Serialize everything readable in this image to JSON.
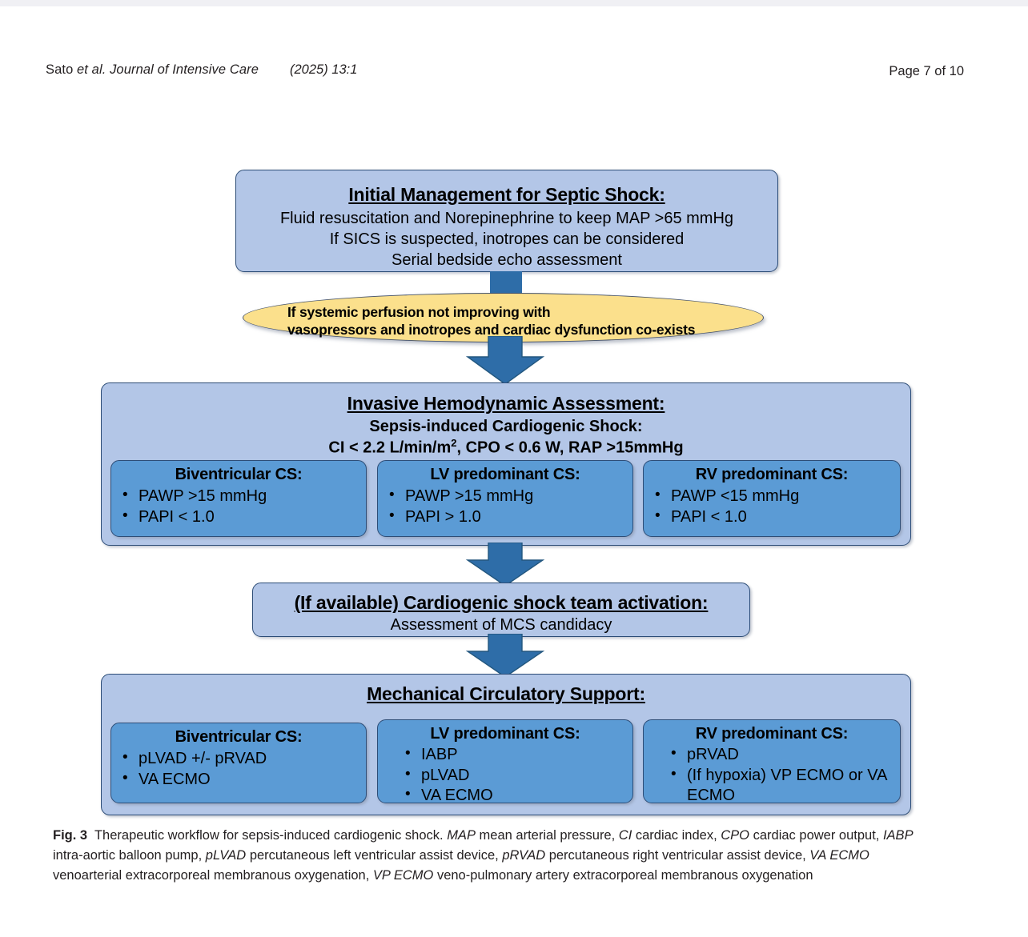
{
  "runhead": {
    "authors": "Sato ",
    "journal_italic": "et al. Journal of Intensive Care",
    "volume": "(2025) 13:1",
    "page": "Page 7 of 10"
  },
  "colors": {
    "box_light": "#b3c6e7",
    "box_dark": "#5b9bd5",
    "box_border": "#2d4d77",
    "ellipse_fill": "#fbe08c",
    "ellipse_border": "#44526b",
    "arrow": "#2e6da8",
    "text": "#000000"
  },
  "figure": {
    "step1": {
      "title": "Initial Management for Septic Shock:",
      "lines": [
        "Fluid resuscitation and Norepinephrine to keep MAP >65 mmHg",
        "If SICS is suspected, inotropes can be considered",
        "Serial bedside echo assessment"
      ]
    },
    "condition": {
      "line1": "If systemic perfusion not improving with",
      "line2": "vasopressors and inotropes and cardiac dysfunction co-exists"
    },
    "step2": {
      "title": "Invasive Hemodynamic Assessment:",
      "line2": "Sepsis-induced Cardiogenic Shock:",
      "line3_a": "CI < 2.2 L/min/m",
      "line3_sup": "2",
      "line3_b": ", CPO < 0.6 W, RAP >15mmHg",
      "subboxes": [
        {
          "title": "Biventricular CS:",
          "items": [
            "PAWP >15 mmHg",
            "PAPI < 1.0"
          ]
        },
        {
          "title": "LV predominant CS:",
          "items": [
            "PAWP >15 mmHg",
            "PAPI > 1.0"
          ]
        },
        {
          "title": "RV predominant CS:",
          "items": [
            "PAWP <15 mmHg",
            "PAPI < 1.0"
          ]
        }
      ]
    },
    "step3": {
      "title": "(If available) Cardiogenic shock team activation:",
      "line2": "Assessment of MCS candidacy"
    },
    "step4": {
      "title": "Mechanical Circulatory Support:",
      "subboxes": [
        {
          "title": "Biventricular CS:",
          "items": [
            "pLVAD +/- pRVAD",
            "VA ECMO"
          ]
        },
        {
          "title": "LV predominant CS:",
          "items": [
            "IABP",
            "pLVAD",
            "VA ECMO"
          ]
        },
        {
          "title": "RV predominant CS:",
          "items": [
            "pRVAD",
            "(If hypoxia) VP ECMO or VA ECMO"
          ]
        }
      ]
    }
  },
  "caption": {
    "label": "Fig. 3",
    "text_1": "Therapeutic workflow for sepsis-induced cardiogenic shock. ",
    "ab_map": "MAP",
    "def_map": " mean arterial pressure, ",
    "ab_ci": "CI",
    "def_ci": " cardiac index, ",
    "ab_cpo": "CPO",
    "def_cpo": " cardiac power output, ",
    "ab_iabp": "IABP",
    "def_iabp": " intra-aortic balloon pump, ",
    "ab_plvad": "pLVAD",
    "def_plvad": " percutaneous left ventricular assist device, ",
    "ab_prvad": "pRVAD",
    "def_prvad": " percutaneous right ventricular assist device, ",
    "ab_vaecmo": "VA ECMO",
    "def_vaecmo": " venoarterial extracorporeal membranous oxygenation, ",
    "ab_vpecmo": "VP ECMO",
    "def_vpecmo": " veno-pulmonary artery extracorporeal membranous oxygenation"
  }
}
